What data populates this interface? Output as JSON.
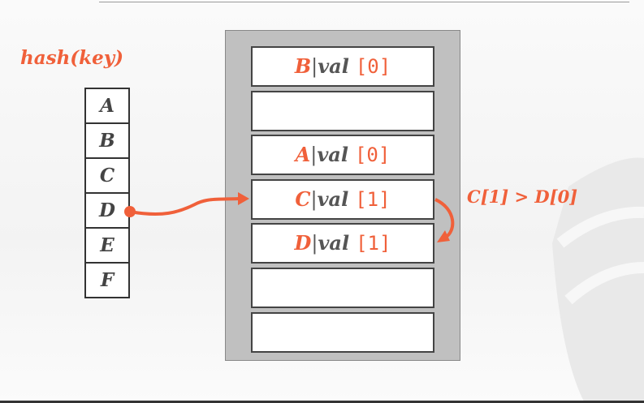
{
  "hash_label": "hash(key)",
  "keys": [
    "A",
    "B",
    "C",
    "D",
    "E",
    "F"
  ],
  "slots": [
    {
      "key": "B",
      "sep": "|",
      "val": "val",
      "idx": "[0]"
    },
    {
      "key": "",
      "sep": "",
      "val": "",
      "idx": ""
    },
    {
      "key": "A",
      "sep": "|",
      "val": "val",
      "idx": "[0]"
    },
    {
      "key": "C",
      "sep": "|",
      "val": "val",
      "idx": "[1]"
    },
    {
      "key": "D",
      "sep": "|",
      "val": "val",
      "idx": "[1]"
    },
    {
      "key": "",
      "sep": "",
      "val": "",
      "idx": ""
    },
    {
      "key": "",
      "sep": "",
      "val": "",
      "idx": ""
    }
  ],
  "annotation": "C[1] > D[0]",
  "colors": {
    "accent": "#f0603a",
    "container": "#c0c0c0"
  }
}
